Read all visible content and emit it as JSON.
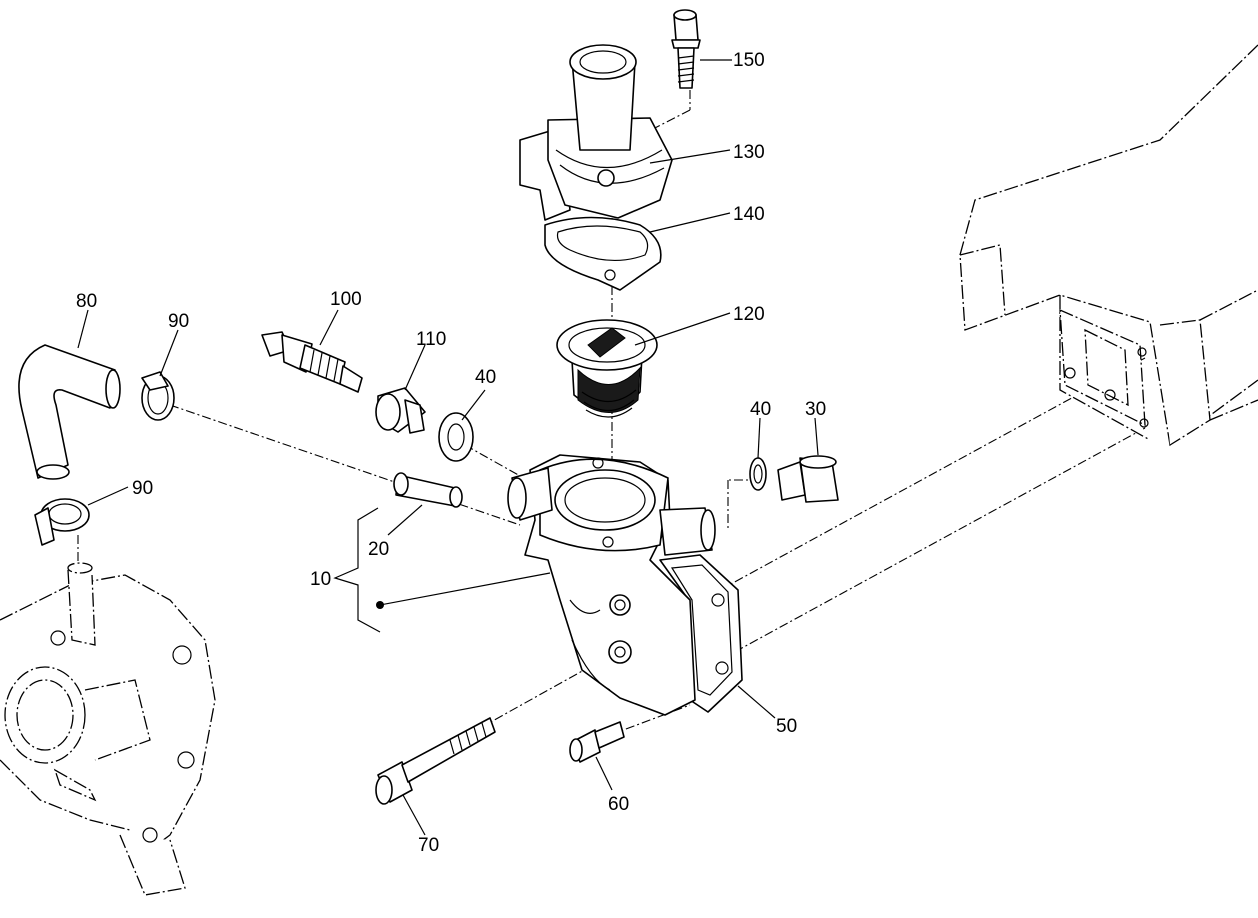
{
  "callouts": {
    "c10": "10",
    "c20": "20",
    "c30": "30",
    "c40a": "40",
    "c40b": "40",
    "c50": "50",
    "c60": "60",
    "c70": "70",
    "c80": "80",
    "c90a": "90",
    "c90b": "90",
    "c100": "100",
    "c110": "110",
    "c120": "120",
    "c130": "130",
    "c140": "140",
    "c150": "150"
  }
}
